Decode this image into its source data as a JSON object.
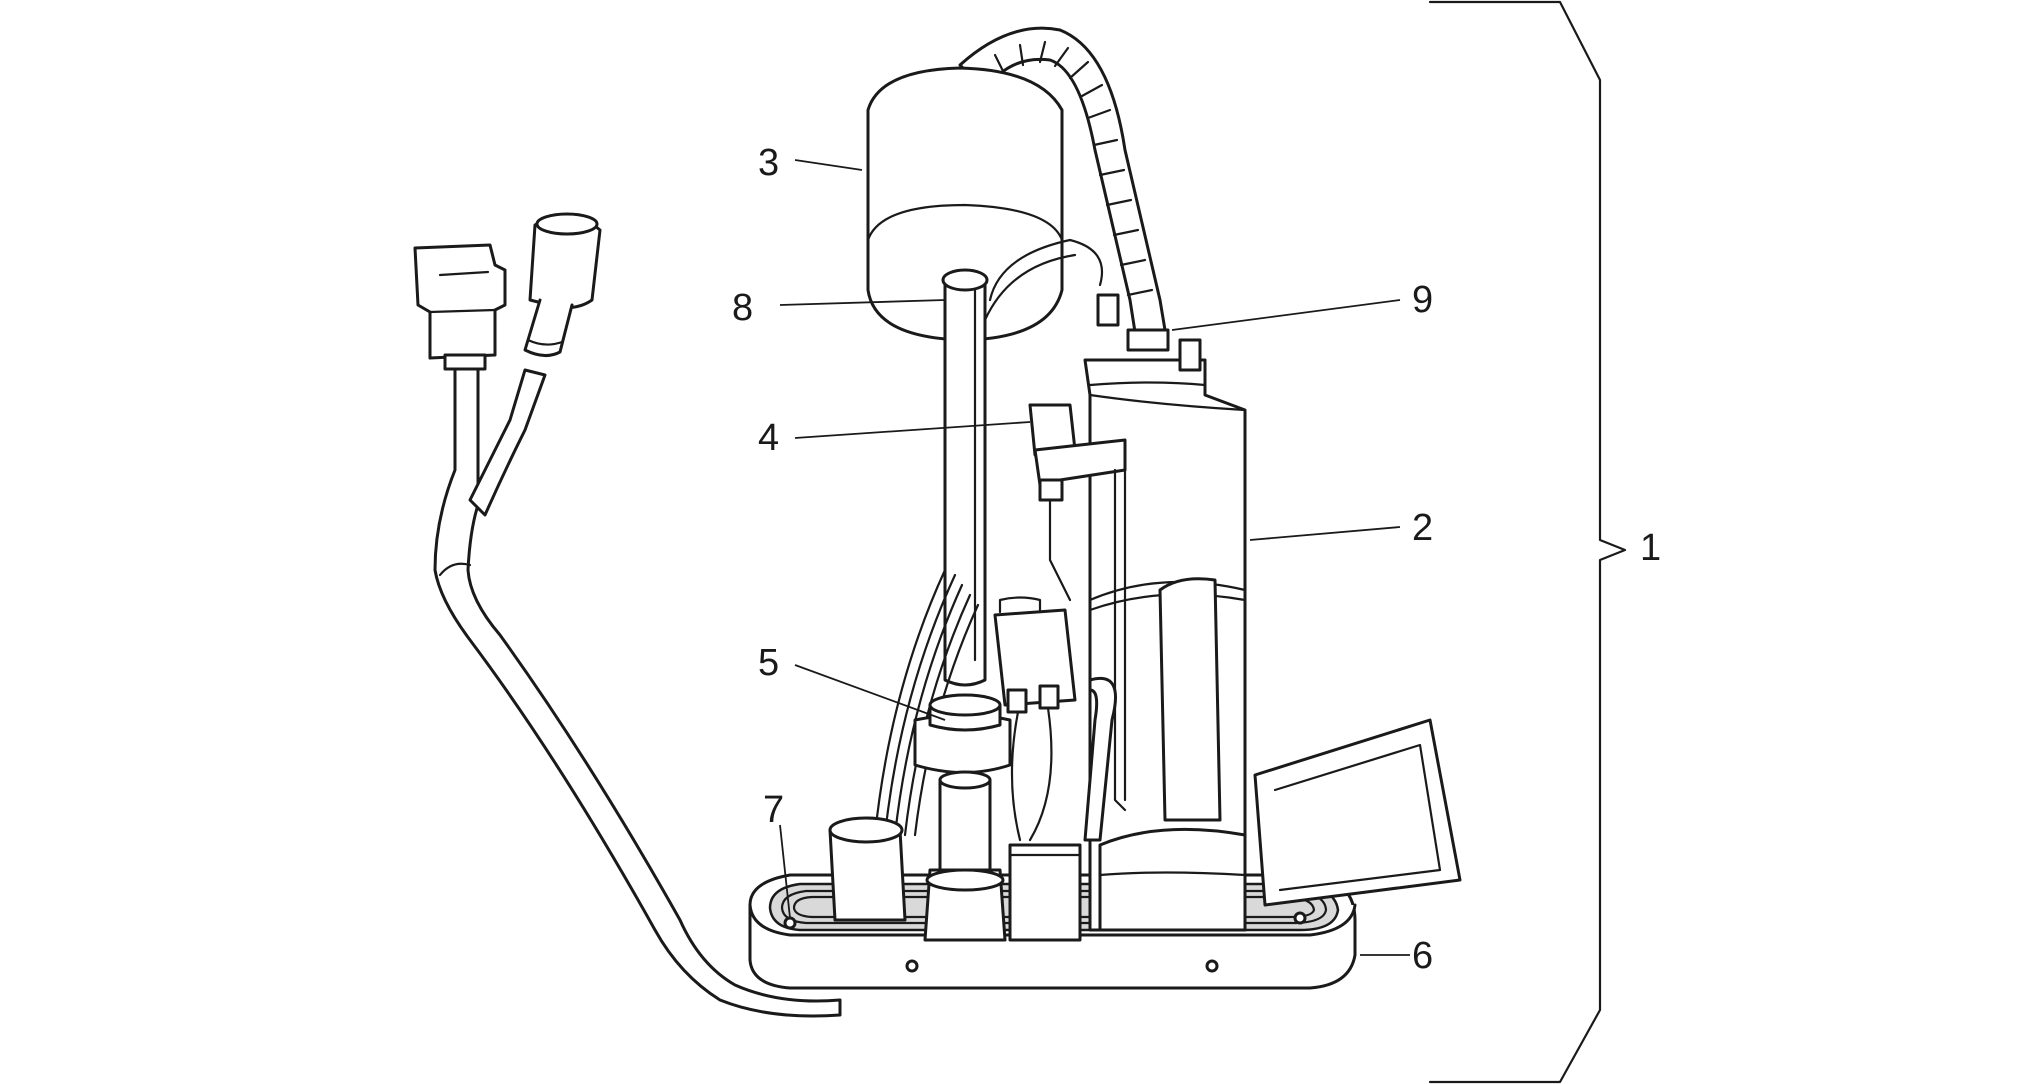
{
  "diagram": {
    "callouts": [
      {
        "id": "1",
        "text": "1"
      },
      {
        "id": "2",
        "text": "2"
      },
      {
        "id": "3",
        "text": "3"
      },
      {
        "id": "4",
        "text": "4"
      },
      {
        "id": "5",
        "text": "5"
      },
      {
        "id": "6",
        "text": "6"
      },
      {
        "id": "7",
        "text": "7"
      },
      {
        "id": "8",
        "text": "8"
      },
      {
        "id": "9",
        "text": "9"
      }
    ],
    "colors": {
      "line": "#1a1a1a",
      "background": "#ffffff",
      "gasket": "#d9d9d9"
    }
  }
}
